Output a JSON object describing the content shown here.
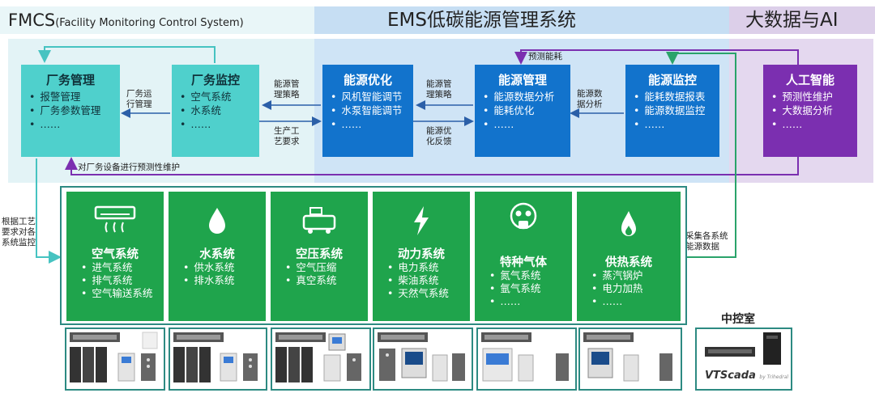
{
  "headers": {
    "fmcs_prefix": "FMCS",
    "fmcs_sub": "(Facility Monitoring Control System)",
    "ems": "EMS低碳能源管理系统",
    "ai": "大数据与AI"
  },
  "boxes": {
    "factory_mgmt": {
      "title": "厂务管理",
      "items": [
        "报警管理",
        "厂务参数管理",
        "……"
      ]
    },
    "factory_monitor": {
      "title": "厂务监控",
      "items": [
        "空气系统",
        "水系统",
        "……"
      ]
    },
    "energy_opt": {
      "title": "能源优化",
      "items": [
        "风机智能调节",
        "水泵智能调节",
        "……"
      ]
    },
    "energy_mgmt": {
      "title": "能源管理",
      "items": [
        "能源数据分析",
        "能耗优化",
        "……"
      ]
    },
    "energy_monitor": {
      "title": "能源监控",
      "items": [
        "能耗数据报表",
        "能源数据监控",
        "……"
      ]
    },
    "ai": {
      "title": "人工智能",
      "items": [
        "预测性维护",
        "大数据分析",
        "……"
      ]
    }
  },
  "labels": {
    "factory_run_1": "厂务运",
    "factory_run_2": "行管理",
    "energy_strategy_a1": "能源管",
    "energy_strategy_a2": "理策略",
    "production_1": "生产工",
    "production_2": "艺要求",
    "energy_strategy_b1": "能源管",
    "energy_strategy_b2": "理策略",
    "feedback_1": "能源优",
    "feedback_2": "化反馈",
    "data_analysis_1": "能源数",
    "data_analysis_2": "据分析",
    "forecast": "预测能耗",
    "predictive": "对厂务设备进行预测性维护",
    "left_1": "根据工艺",
    "left_2": "要求对各",
    "left_3": "系统监控",
    "right_1": "采集各系统",
    "right_2": "能源数据",
    "control_room": "中控室"
  },
  "systems": [
    {
      "title": "空气系统",
      "items": [
        "进气系统",
        "排气系统",
        "空气输送系统"
      ],
      "icon": "air-conditioner-icon"
    },
    {
      "title": "水系统",
      "items": [
        "供水系统",
        "排水系统"
      ],
      "icon": "water-drop-icon"
    },
    {
      "title": "空压系统",
      "items": [
        "空气压缩",
        "真空系统"
      ],
      "icon": "air-compressor-icon"
    },
    {
      "title": "动力系统",
      "items": [
        "电力系统",
        "柴油系统",
        "天然气系统"
      ],
      "icon": "lightning-icon"
    },
    {
      "title": "特种气体",
      "items": [
        "氮气系统",
        "氩气系统",
        "……"
      ],
      "icon": "gas-mask-icon"
    },
    {
      "title": "供热系统",
      "items": [
        "蒸汽锅炉",
        "电力加热",
        "……"
      ],
      "icon": "flame-icon"
    }
  ],
  "vtscada": {
    "brand": "VTScada",
    "sub": "by Trihedral"
  },
  "colors": {
    "teal": "#4fd0cc",
    "blue": "#1273cc",
    "purple": "#7b2fb0",
    "green": "#1fa44c",
    "fmcs_bg": "#e3f3f6",
    "ems_bg": "#cfe4f6",
    "ai_bg": "#e2d6ee"
  }
}
